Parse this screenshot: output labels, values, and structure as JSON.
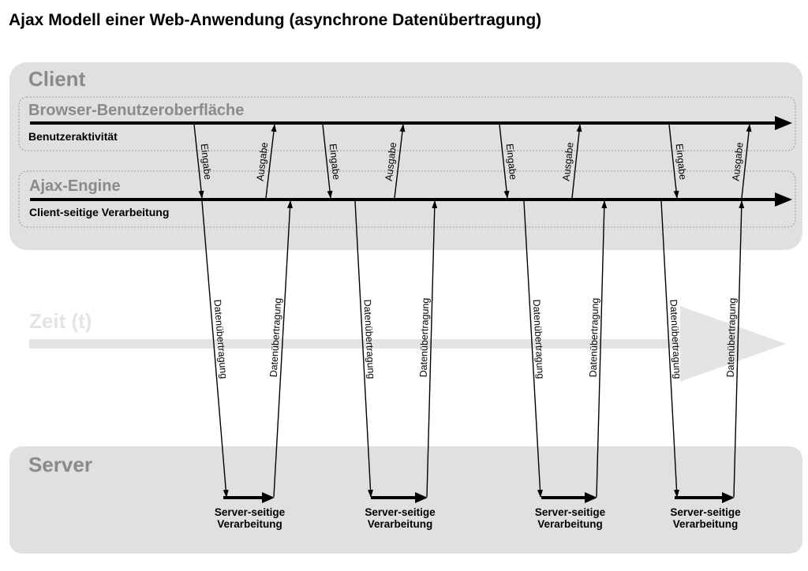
{
  "title": "Ajax Modell einer Web-Anwendung (asynchrone Datenübertragung)",
  "client": {
    "label": "Client",
    "browser": {
      "label": "Browser-Benutzeroberfläche",
      "timeline_label": "Benutzeraktivität"
    },
    "engine": {
      "label": "Ajax-Engine",
      "timeline_label": "Client-seitige Verarbeitung"
    }
  },
  "time_axis": {
    "label": "Zeit (t)"
  },
  "server": {
    "label": "Server"
  },
  "arrow_labels": {
    "input": "Eingabe",
    "output": "Ausgabe",
    "transfer": "Datenübertragung"
  },
  "server_processing_label": [
    "Server-seitige",
    "Verarbeitung"
  ],
  "cycle_count": 4,
  "colors": {
    "panel": "#e0e0e0",
    "heading": "#8a8a8a",
    "time_arrow": "#e4e4e4",
    "line": "#000000"
  }
}
